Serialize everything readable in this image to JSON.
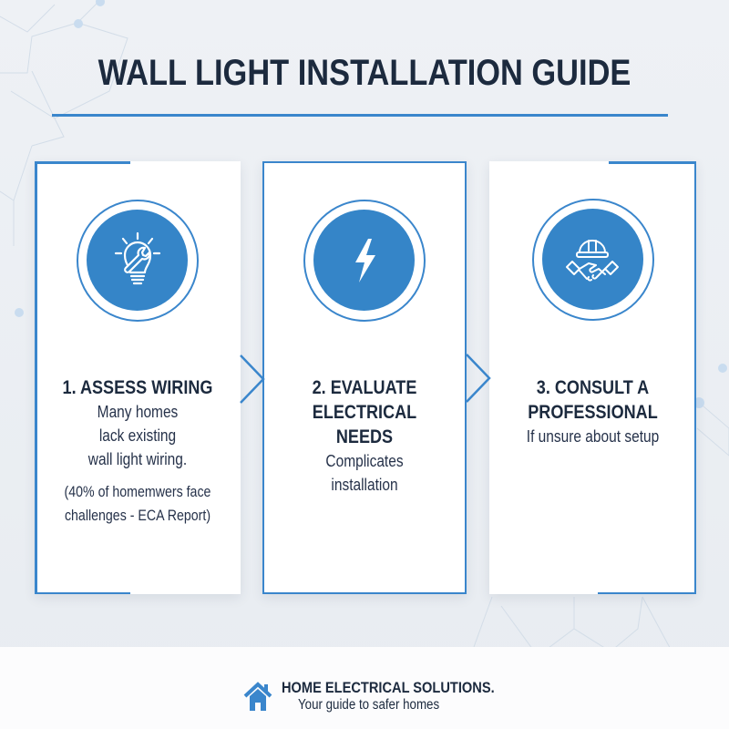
{
  "header": {
    "title": "WALL LIGHT INSTALLATION GUIDE"
  },
  "colors": {
    "accent": "#3a86cc",
    "icon_fill": "#3585c8",
    "text_dark": "#1c2a3e",
    "background": "#eceff3"
  },
  "steps": [
    {
      "icon": "lightbulb-wrench-icon",
      "heading_lines": [
        "1. ASSESS WIRING"
      ],
      "body_lines": [
        "Many homes",
        "lack existing",
        "wall light wiring."
      ],
      "note_lines": [
        "(40% of homemwers face",
        "challenges - ECA Report)"
      ]
    },
    {
      "icon": "lightning-bolt-icon",
      "heading_lines": [
        "2. EVALUATE",
        "ELECTRICAL",
        "NEEDS"
      ],
      "body_lines": [
        "Complicates",
        "installation"
      ]
    },
    {
      "icon": "hardhat-handshake-icon",
      "heading_lines": [
        "3. CONSULT A",
        "PROFESSIONAL"
      ],
      "body_lines": [
        "If unsure about setup"
      ]
    }
  ],
  "footer": {
    "brand_icon": "house-icon",
    "brand_name": "HOME ELECTRICAL SOLUTIONS.",
    "tagline": "Your guide to safer homes"
  }
}
